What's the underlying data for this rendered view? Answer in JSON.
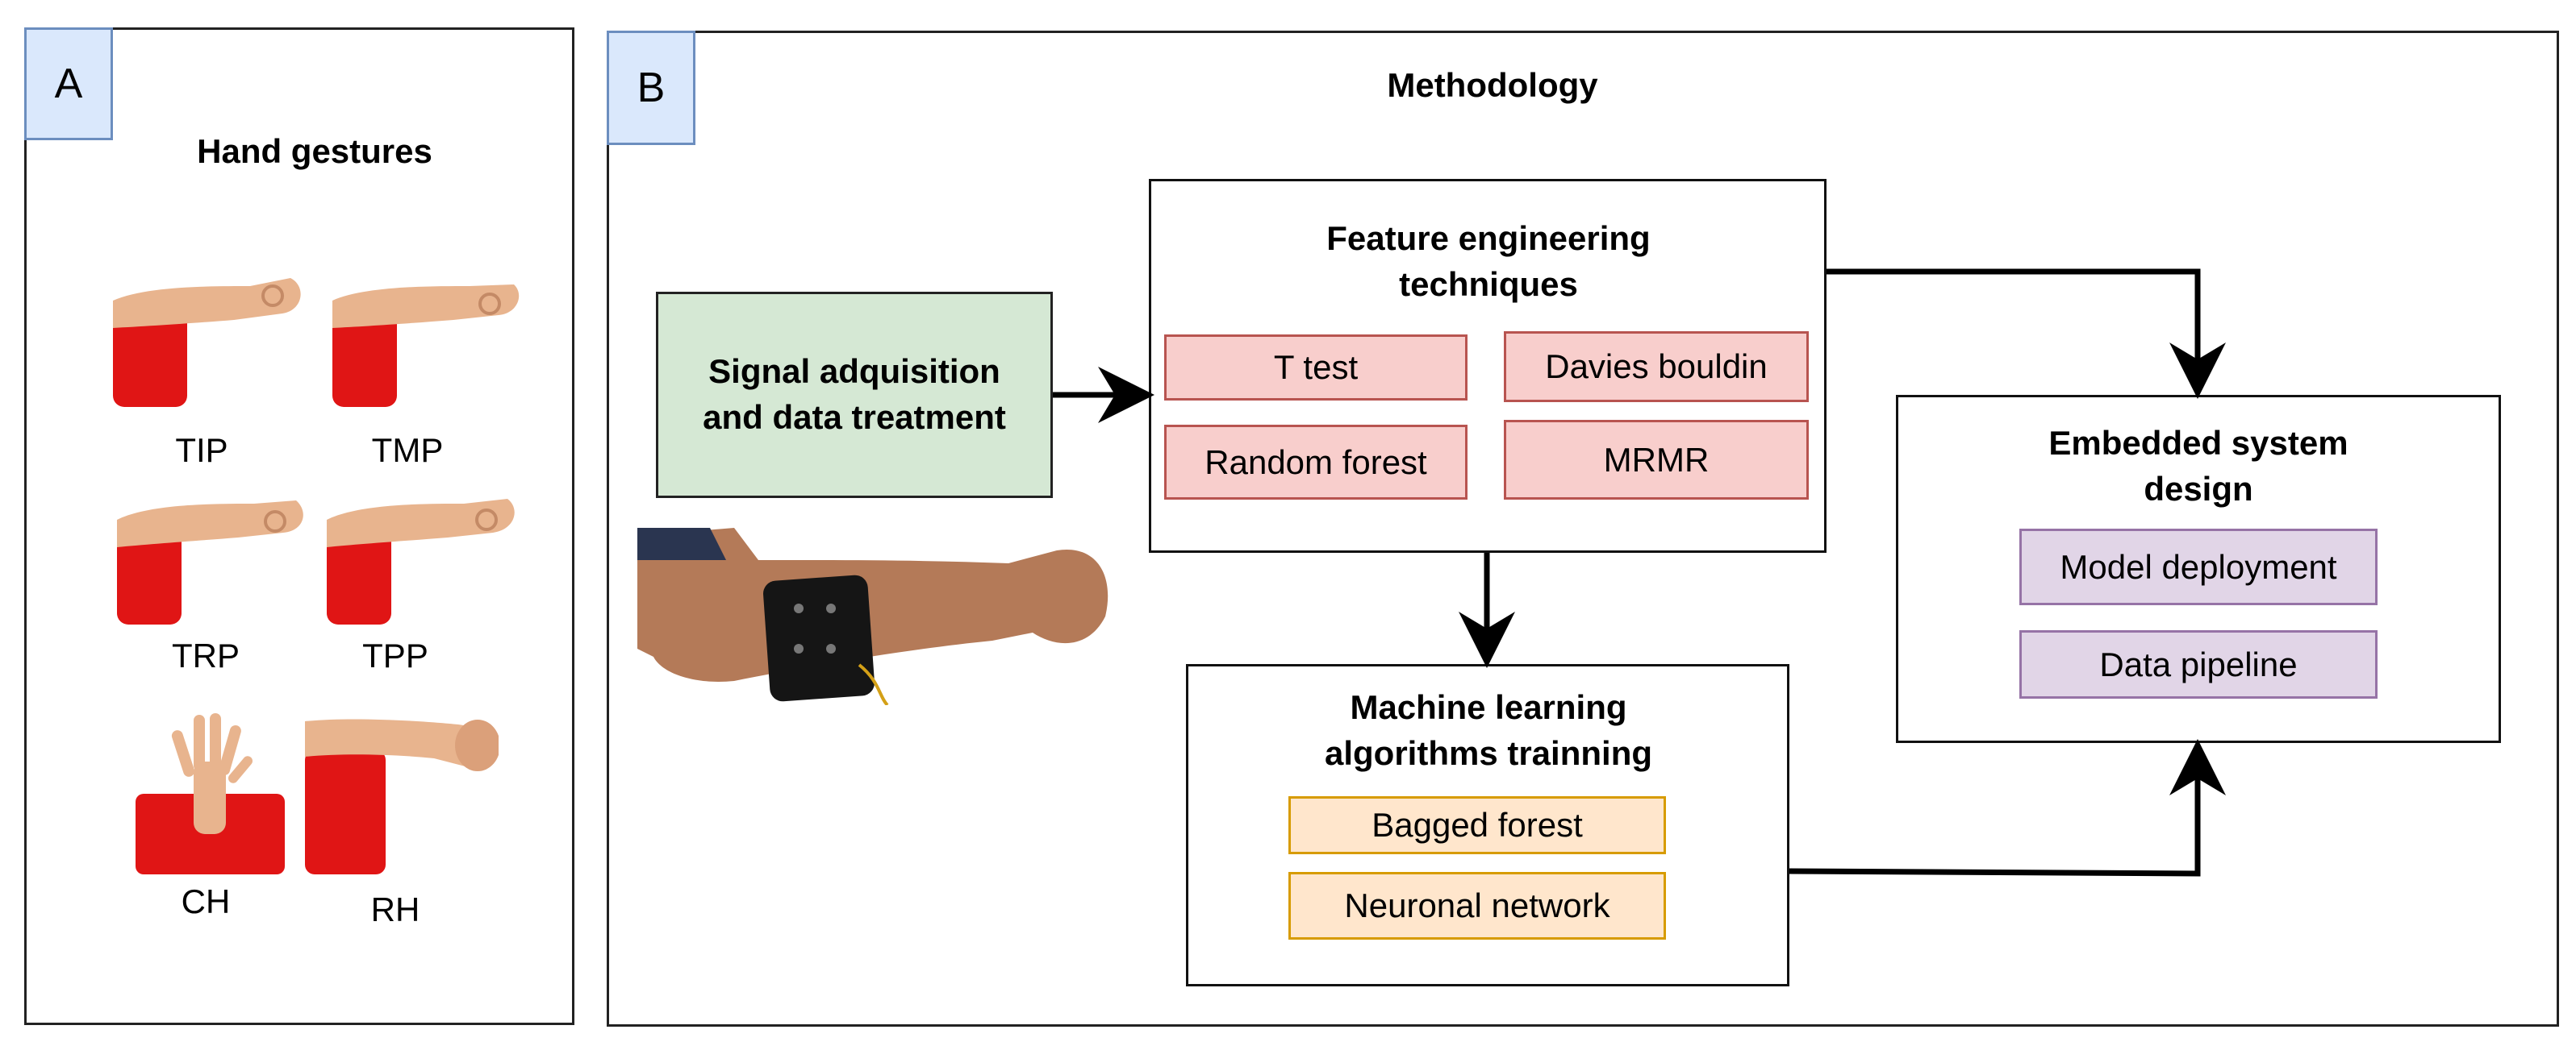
{
  "panel_a": {
    "tag": "A",
    "title": "Hand gestures",
    "gestures": [
      {
        "label": "TIP",
        "icon": "hand-pinch-index-icon"
      },
      {
        "label": "TMP",
        "icon": "hand-pinch-middle-icon"
      },
      {
        "label": "TRP",
        "icon": "hand-pinch-ring-icon"
      },
      {
        "label": "TPP",
        "icon": "hand-pinch-pinky-icon"
      },
      {
        "label": "CH",
        "icon": "hand-open-icon"
      },
      {
        "label": "RH",
        "icon": "hand-fist-icon"
      }
    ]
  },
  "panel_b": {
    "tag": "B",
    "title": "Methodology",
    "signal_box": "Signal adquisition and data treatment",
    "feature": {
      "title": "Feature engineering techniques",
      "items": [
        "T test",
        "Davies bouldin",
        "Random forest",
        "MRMR"
      ]
    },
    "ml": {
      "title": "Machine learning algorithms trainning",
      "items": [
        "Bagged forest",
        "Neuronal network"
      ]
    },
    "embedded": {
      "title": "Embedded system design",
      "items": [
        "Model deployment",
        "Data pipeline"
      ]
    }
  },
  "colors": {
    "tag_fill": "#dae8fc",
    "green_fill": "#d5e8d4",
    "red_fill": "#f8cecc",
    "orange_fill": "#ffe6cc",
    "purple_fill": "#e1d5e7",
    "skin": "#e8b48e",
    "cushion": "#e01515"
  }
}
